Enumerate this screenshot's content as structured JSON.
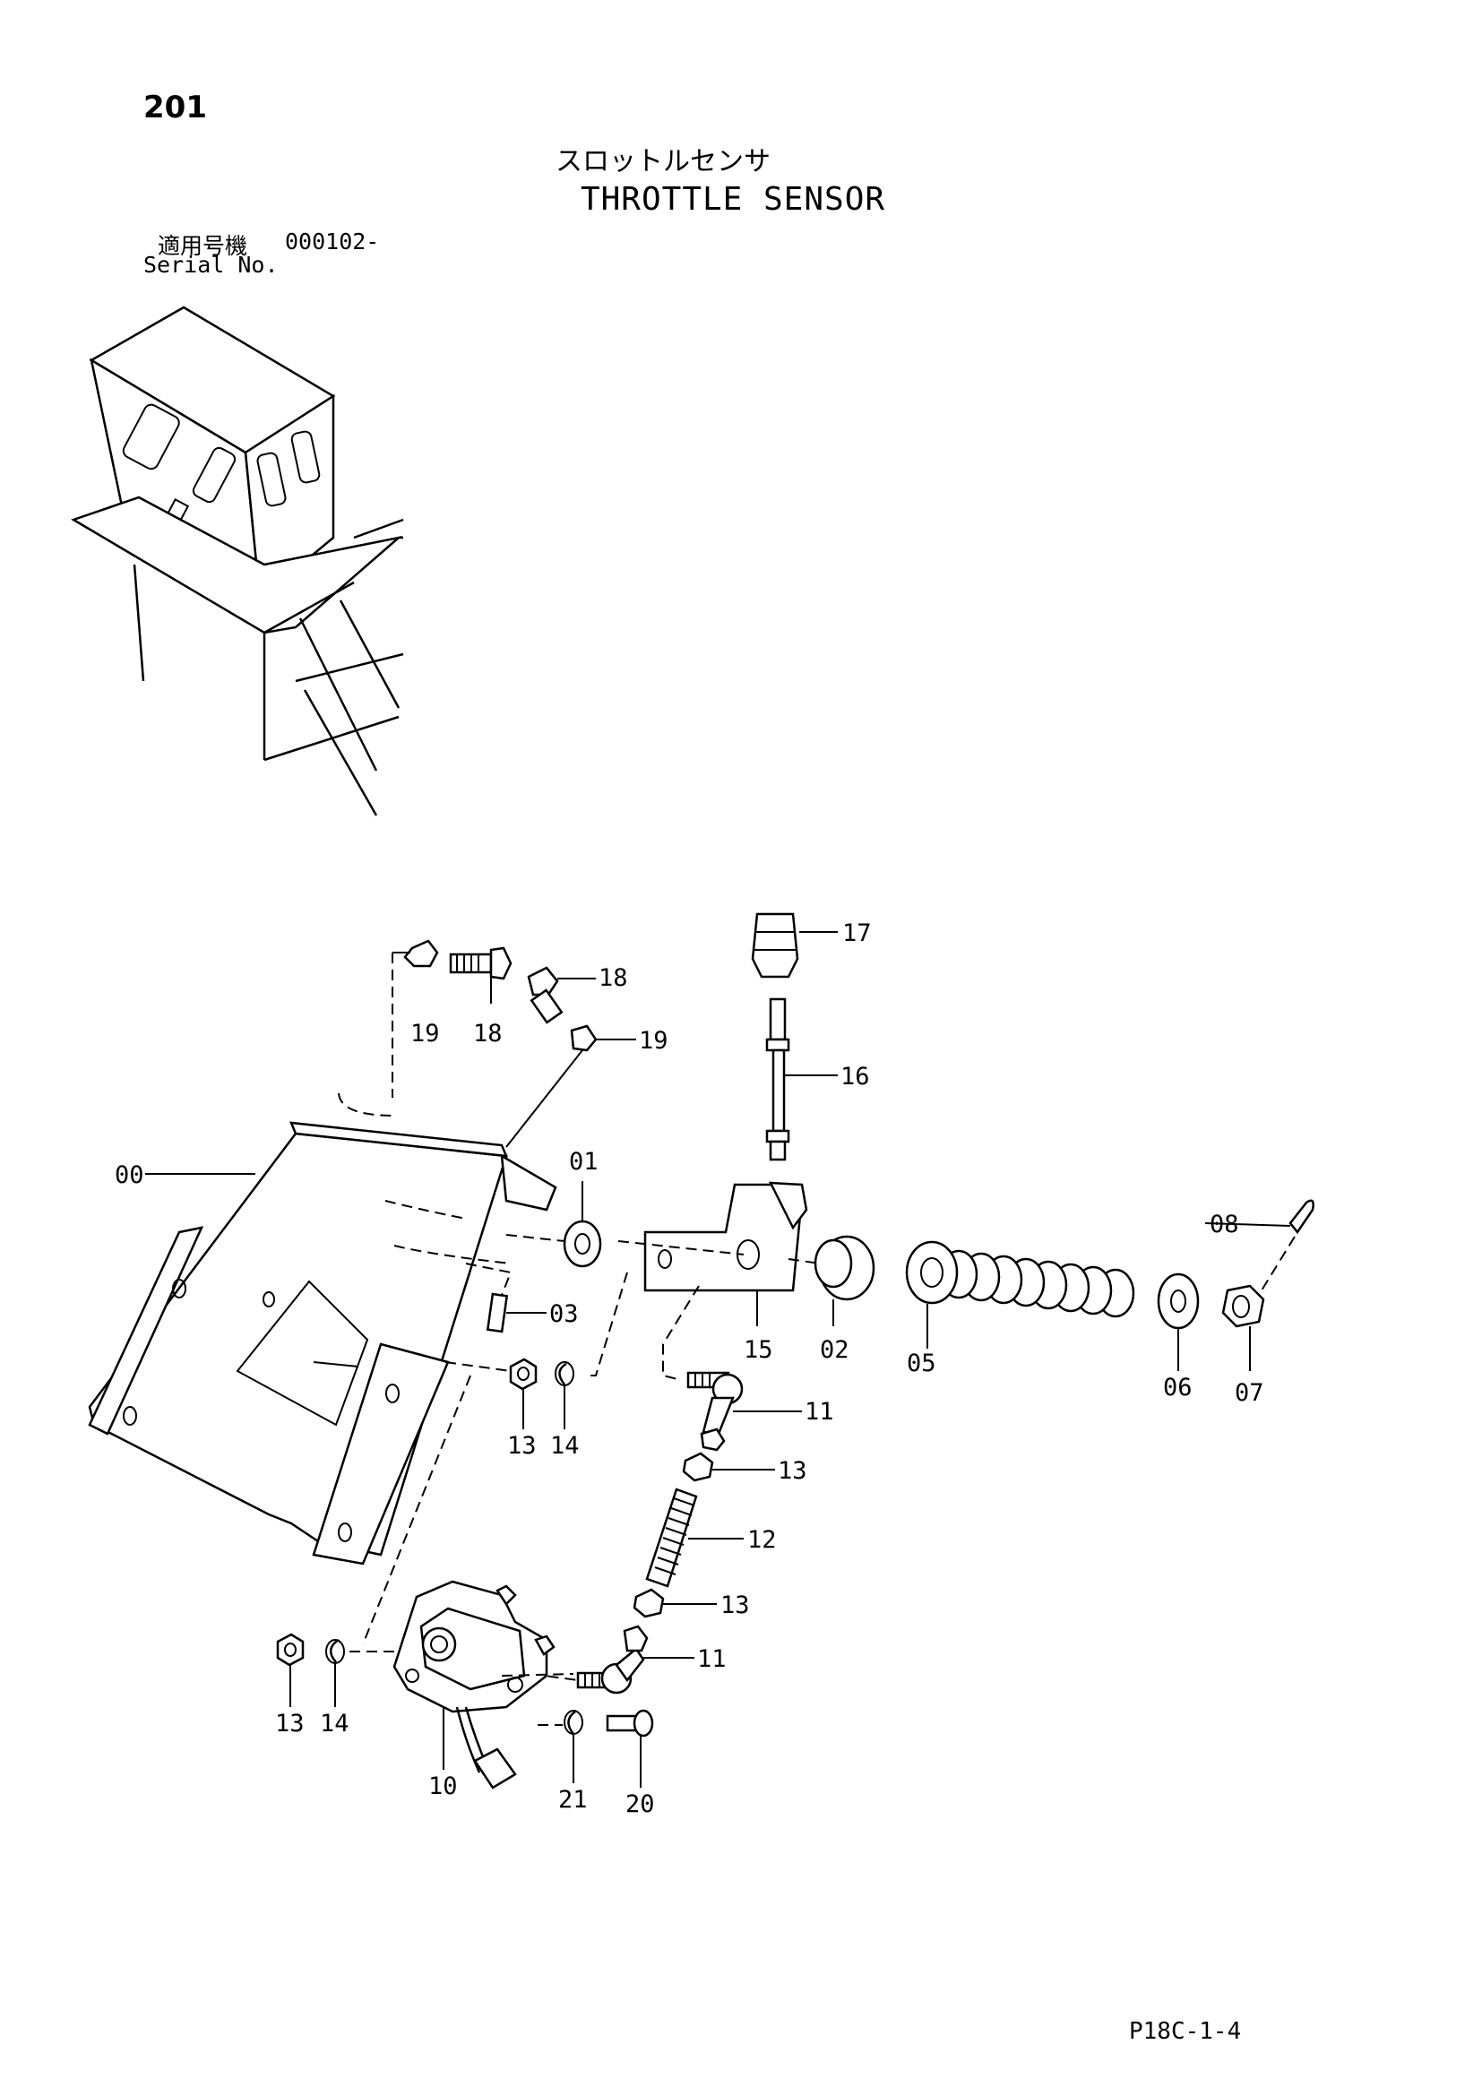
{
  "page_number": "201",
  "title_jp": "スロットルセンサ",
  "title_en": "THROTTLE SENSOR",
  "serial_label_jp": "適用号機",
  "serial_value": "000102-",
  "serial_label_en": "Serial No.",
  "footer_code": "P18C-1-4",
  "callouts": [
    "17",
    "18",
    "19",
    "18",
    "19",
    "16",
    "00",
    "01",
    "08",
    "03",
    "15",
    "02",
    "05",
    "06",
    "07",
    "13",
    "14",
    "11",
    "13",
    "12",
    "13",
    "11",
    "13",
    "14",
    "10",
    "21",
    "20"
  ]
}
